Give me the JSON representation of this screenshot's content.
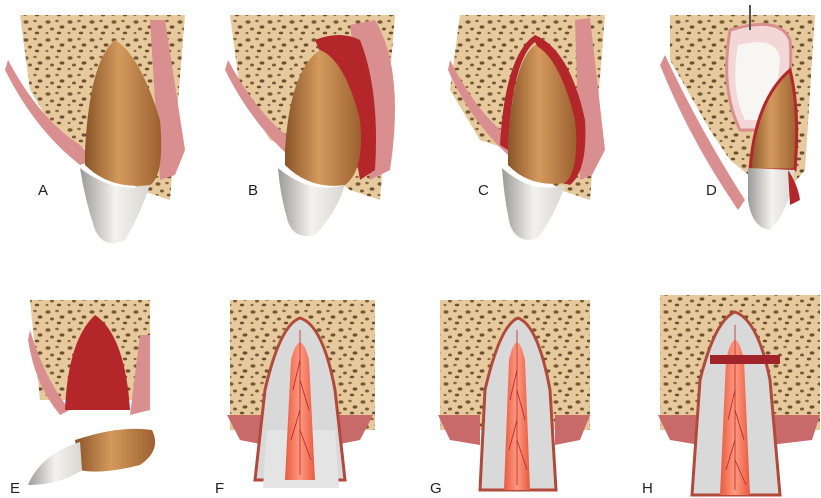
{
  "panels": [
    {
      "id": "A",
      "label": "A"
    },
    {
      "id": "B",
      "label": "B"
    },
    {
      "id": "C",
      "label": "C"
    },
    {
      "id": "D",
      "label": "D"
    },
    {
      "id": "E",
      "label": "E"
    },
    {
      "id": "F",
      "label": "F"
    },
    {
      "id": "G",
      "label": "G"
    },
    {
      "id": "H",
      "label": "H"
    }
  ],
  "colors": {
    "bone": "#e6c99c",
    "bone_pore": "#7a5a34",
    "gingiva": "#d98f8f",
    "root": "#c78a4e",
    "crown": "#eeeae4",
    "blood": "#b3262a",
    "pulp": "#f26a50",
    "dentin": "#d9d9d9"
  }
}
